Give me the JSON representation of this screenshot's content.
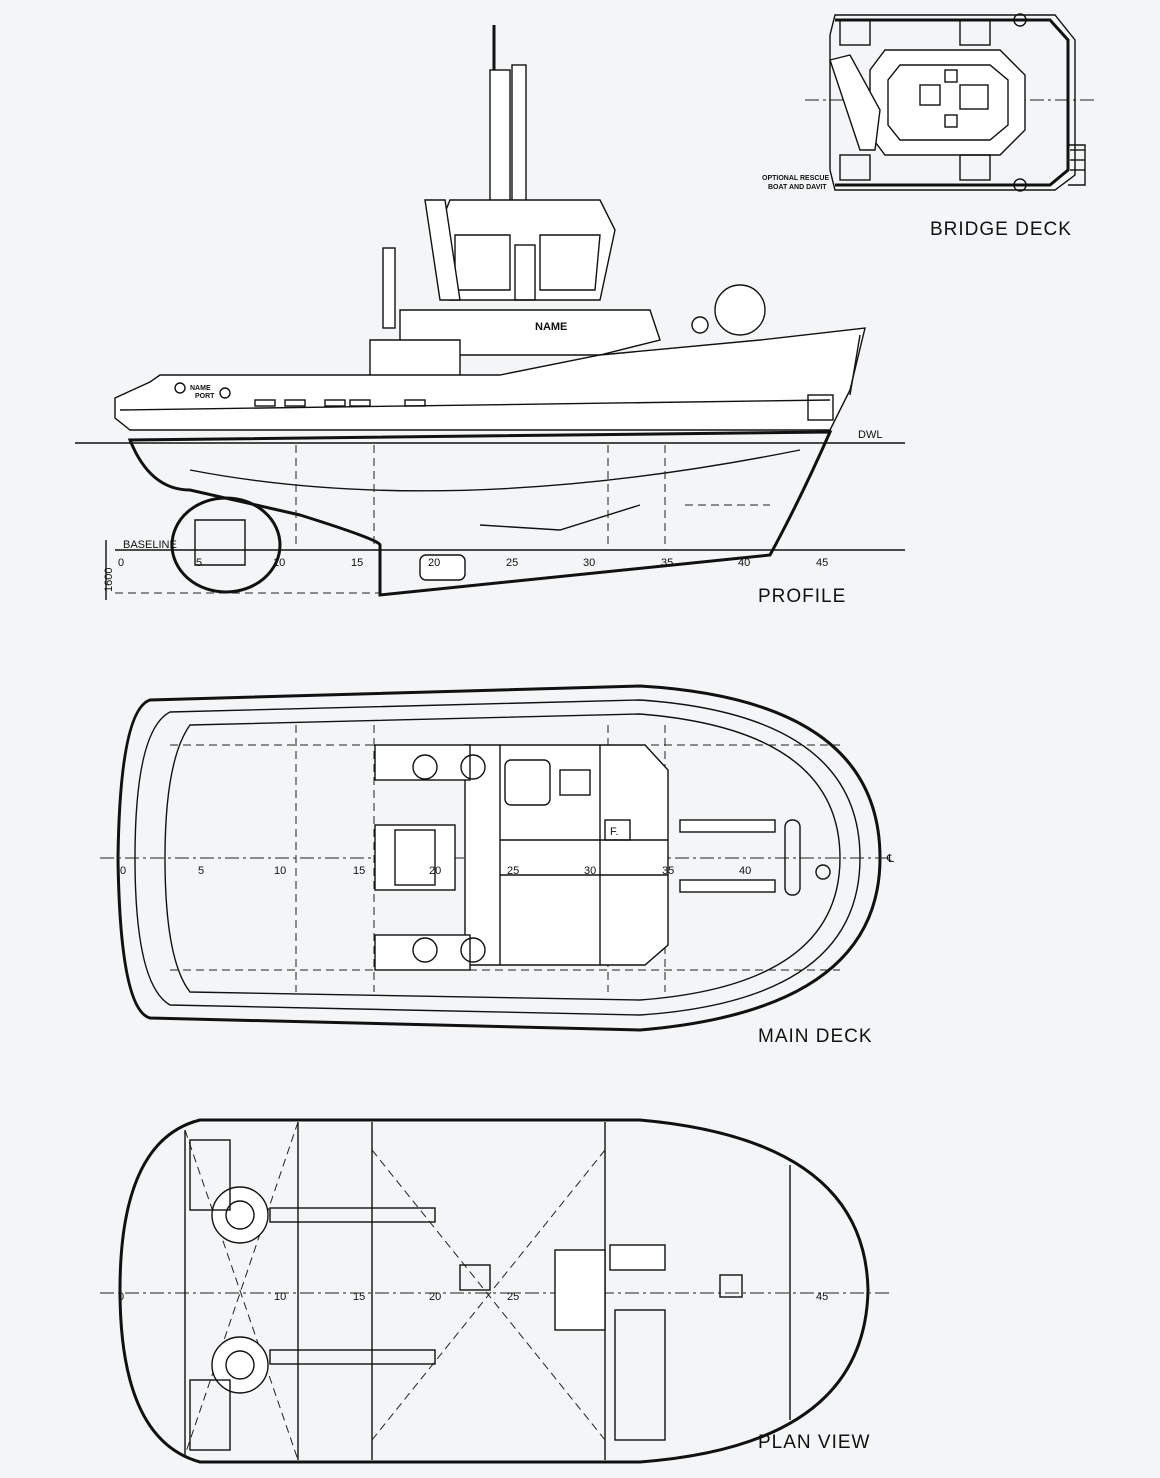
{
  "bridge_deck": {
    "title": "BRIDGE DECK",
    "note_line1": "OPTIONAL RESCUE",
    "note_line2": "BOAT AND DAVIT"
  },
  "profile": {
    "title": "PROFILE",
    "name_bow": "NAME",
    "port": "PORT",
    "name_house": "NAME",
    "dwl": "DWL",
    "baseline": "BASELINE",
    "dimension": "1600",
    "frames": [
      "0",
      "5",
      "10",
      "15",
      "20",
      "25",
      "30",
      "35",
      "40",
      "45"
    ]
  },
  "main_deck": {
    "title": "MAIN DECK",
    "frames": [
      "0",
      "5",
      "10",
      "15",
      "20",
      "25",
      "30",
      "35",
      "40"
    ],
    "centerline": "℄",
    "fridge": "F."
  },
  "plan_view": {
    "title": "PLAN VIEW",
    "frames": [
      "0",
      "10",
      "15",
      "20",
      "25",
      "45"
    ]
  }
}
